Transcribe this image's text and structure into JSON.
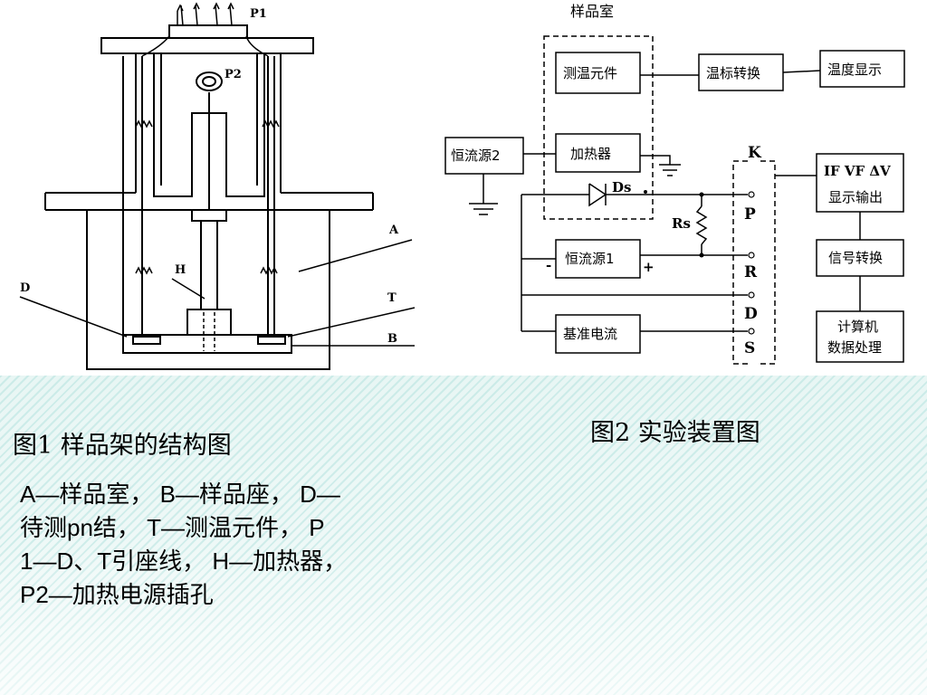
{
  "figure1": {
    "caption": "图1  样品架的结构图",
    "labels": {
      "p1": "P1",
      "p2": "P2",
      "a": "A",
      "d": "D",
      "t": "T",
      "b": "B",
      "h": "H"
    },
    "description_lines": [
      "A—样品室， B—样品座， D—",
      "待测pn结， T—测温元件， P",
      "1—D、T引座线， H—加热器，",
      "P2—加热电源插孔"
    ]
  },
  "figure2": {
    "caption": "图2  实验装置图",
    "sample_room": "样品室",
    "boxes": {
      "temp_element": "测温元件",
      "temp_convert": "温标转换",
      "temp_display": "温度显示",
      "heater": "加热器",
      "current_source2": "恒流源2",
      "current_source1": "恒流源1",
      "ref_current": "基准电流",
      "display_output_line1": "IF VF ΔV",
      "display_output_line2": "显示输出",
      "signal_convert": "信号转换",
      "computer_line1": "计算机",
      "computer_line2": "数据处理"
    },
    "terminals": {
      "k": "K",
      "p": "P",
      "r": "R",
      "d": "D",
      "s": "S"
    },
    "labels": {
      "ds": "Ds",
      "rs": "Rs",
      "minus": "-",
      "plus": "+"
    }
  }
}
